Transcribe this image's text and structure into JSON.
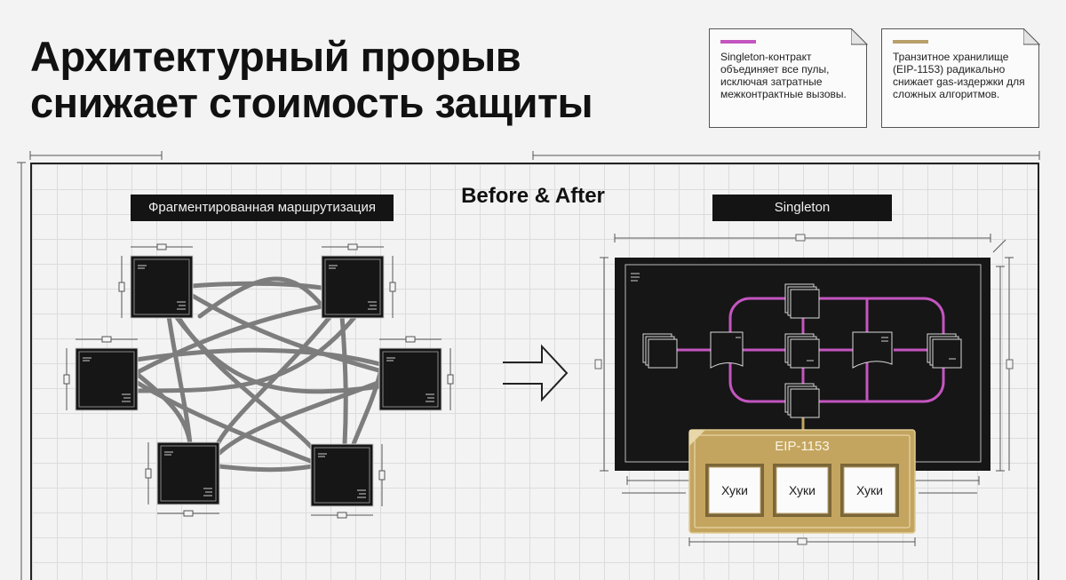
{
  "title": {
    "line1": "Архитектурный прорыв",
    "line2": "снижает стоимость защиты"
  },
  "notes": [
    {
      "text": "Singleton-контракт объединяет все пулы, исключая затратные межконтрактные вызовы.",
      "accent": "#c455c0"
    },
    {
      "text": "Транзитное хранилище (EIP-1153) радикально снижает gas-издержки для сложных алгоритмов.",
      "accent": "#b9a06a"
    }
  ],
  "diagram": {
    "center_title": "Before & After",
    "before_label": "Фрагментированная маршрутизация",
    "after_label": "Singleton",
    "eip_label": "EIP-1153",
    "hooks": [
      "Хуки",
      "Хуки",
      "Хуки"
    ]
  },
  "colors": {
    "node": "#161616",
    "link": "#7a7a7a",
    "route": "#c455c0",
    "eip": "#c4a55f"
  }
}
